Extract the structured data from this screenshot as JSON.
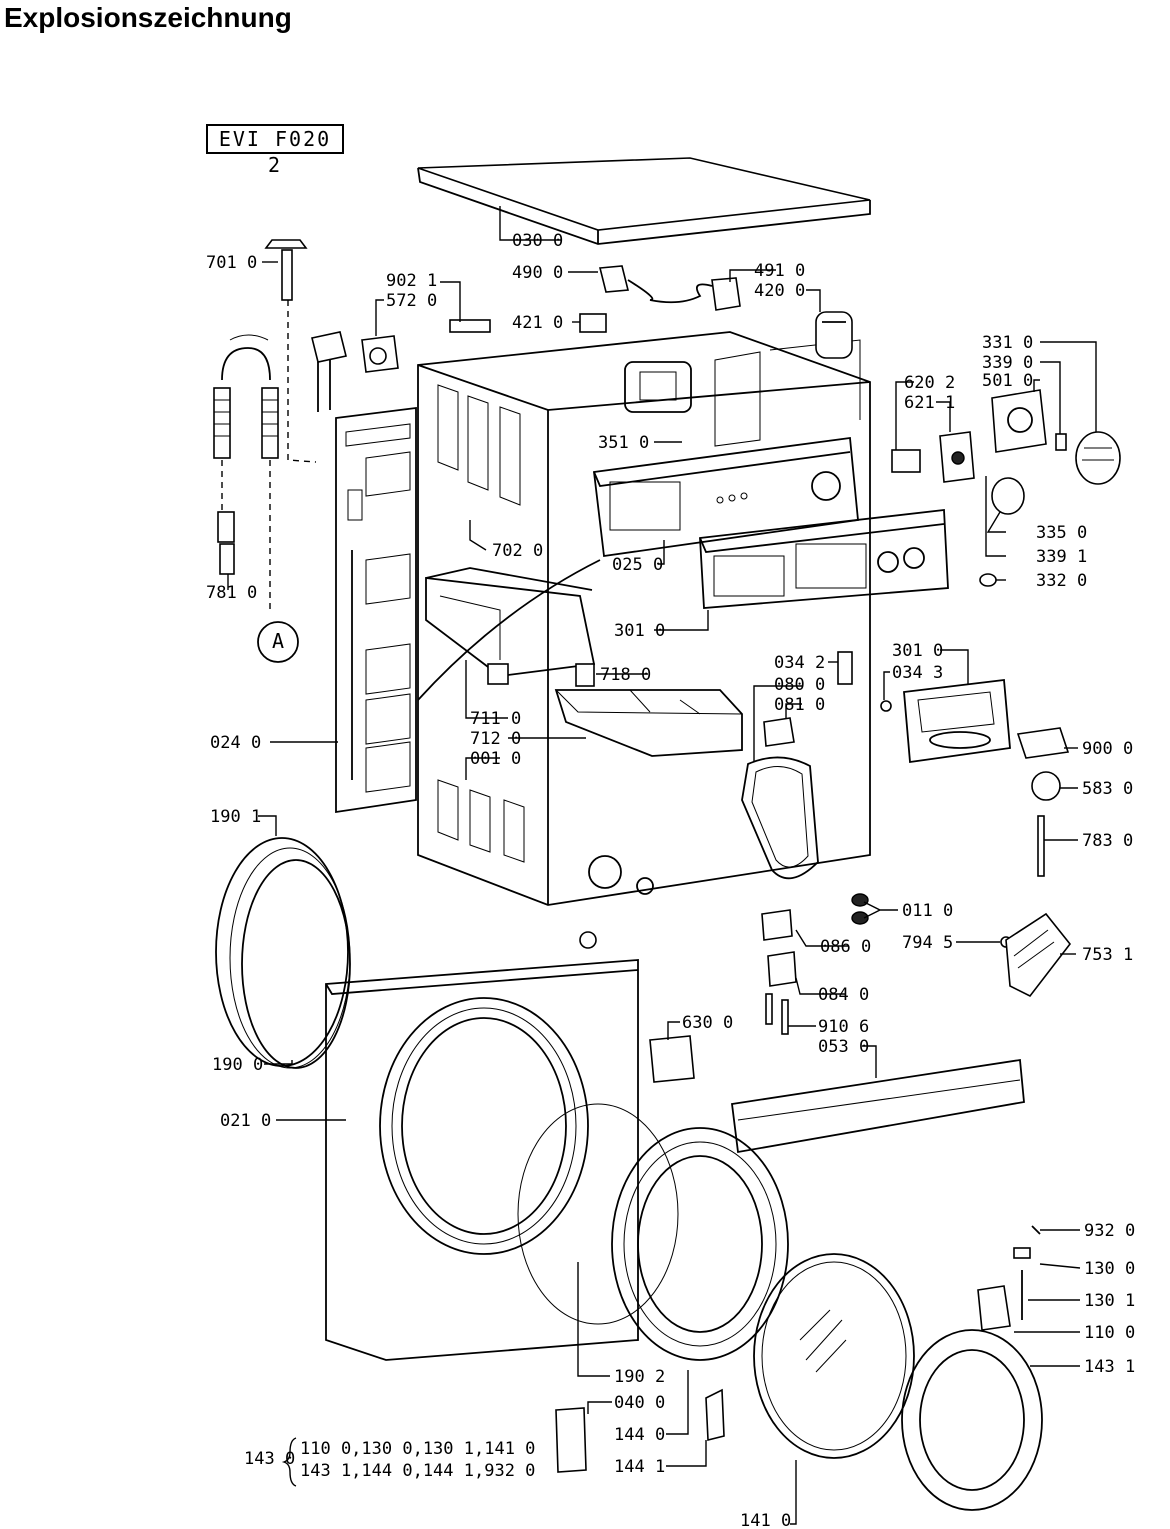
{
  "title": "Explosionszeichnung",
  "model": "EVI F020 2",
  "marker": "A",
  "kit_note": {
    "label": "143 0",
    "line1": "110 0,130 0,130 1,141 0",
    "line2": "143 1,144 0,144 1,932 0"
  },
  "labels": [
    "030 0",
    "701 0",
    "490 0",
    "902 1",
    "572 0",
    "491 0",
    "420 0",
    "421 0",
    "331 0",
    "339 0",
    "501 0",
    "620 2",
    "621 1",
    "351 0",
    "702 0",
    "025 0",
    "335 0",
    "339 1",
    "332 0",
    "781 0",
    "718 0",
    "301 0",
    "034 2",
    "080 0",
    "081 0",
    "711 0",
    "712 0",
    "001 0",
    "024 0",
    "301 0",
    "034 3",
    "900 0",
    "583 0",
    "783 0",
    "190 1",
    "011 0",
    "794 5",
    "086 0",
    "753 1",
    "084 0",
    "630 0",
    "910 6",
    "053 0",
    "190 0",
    "021 0",
    "932 0",
    "130 0",
    "130 1",
    "110 0",
    "190 2",
    "040 0",
    "143 1",
    "144 0",
    "144 1",
    "141 0"
  ]
}
